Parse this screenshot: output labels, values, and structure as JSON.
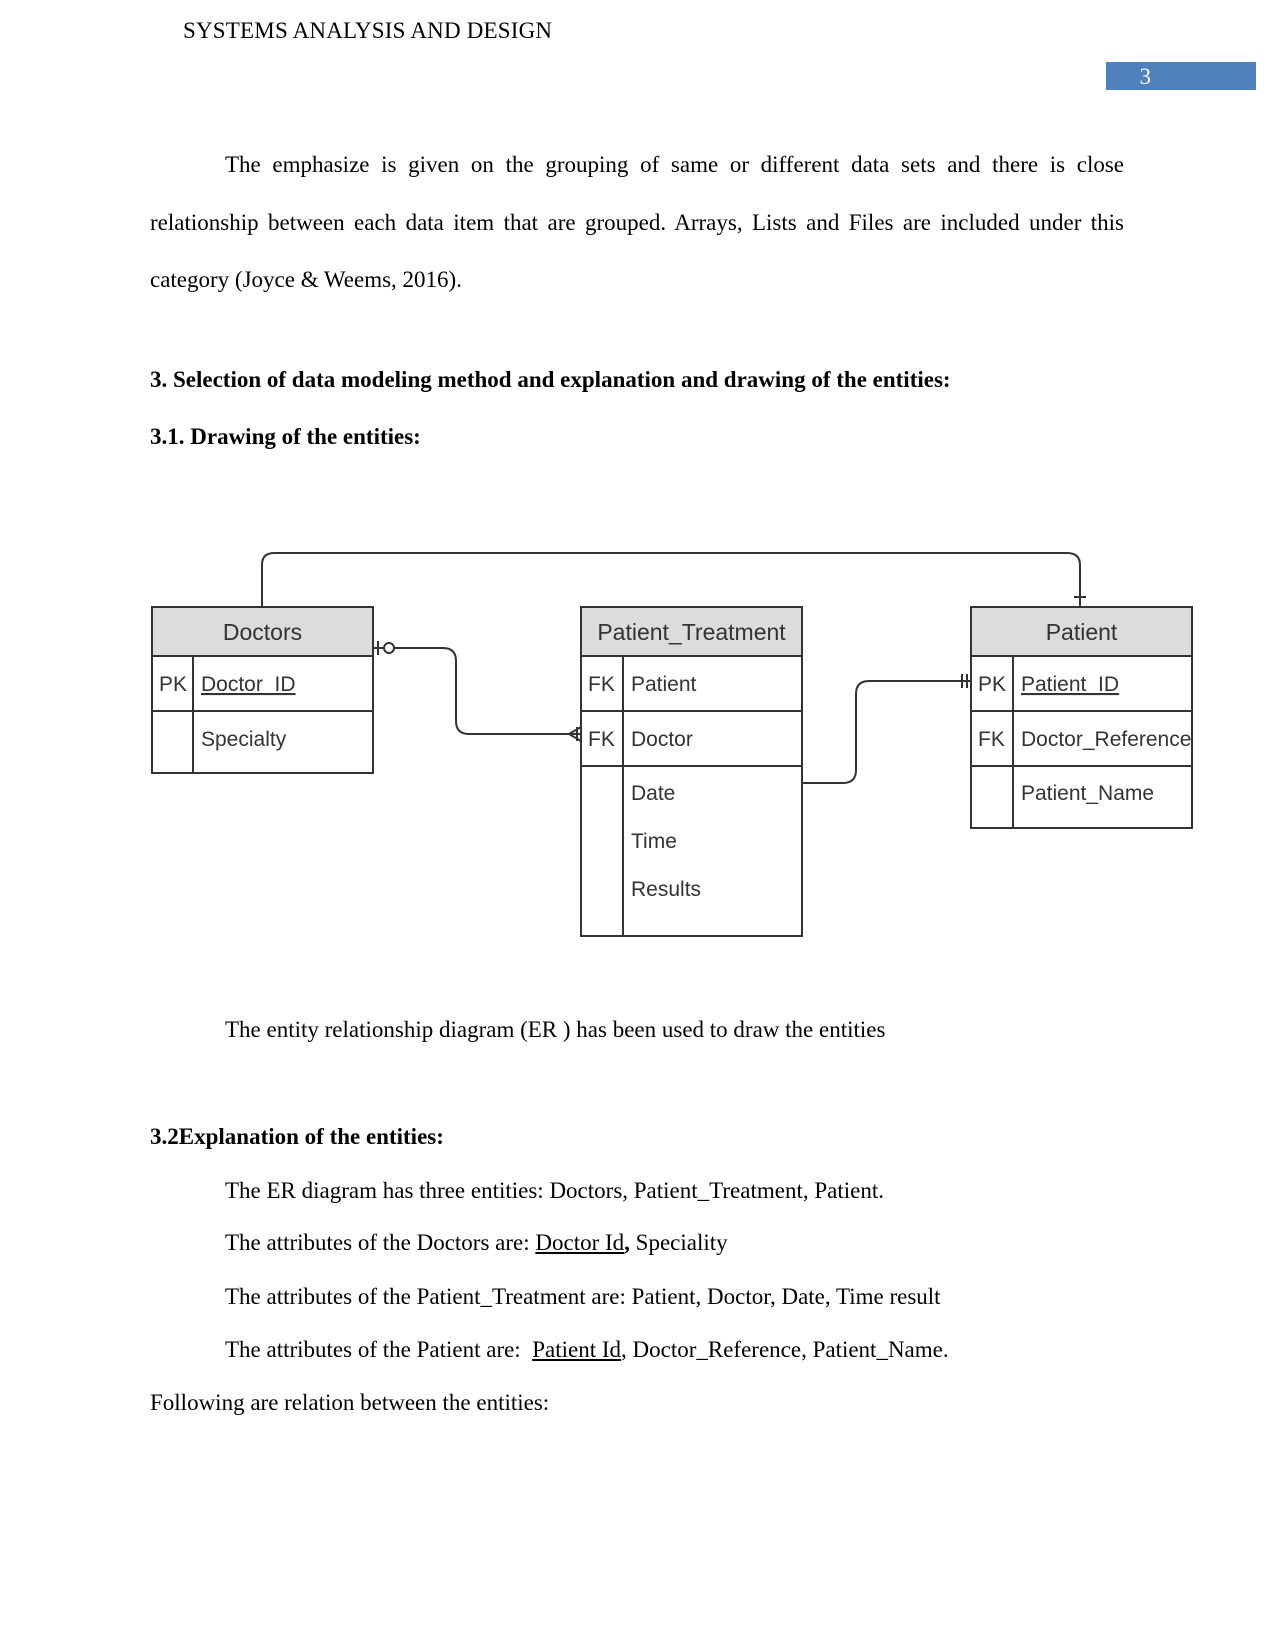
{
  "header": {
    "running_head": "SYSTEMS ANALYSIS AND DESIGN",
    "page_number": "3",
    "page_number_bg": "#4f81bd"
  },
  "intro": {
    "text": "The emphasize is given on the grouping of same or different data sets and there is close relationship between each data item that are grouped. Arrays, Lists and Files are included under this category (Joyce & Weems, 2016)."
  },
  "section3": {
    "heading": "3. Selection of data modeling method and explanation and drawing of the entities:",
    "sub1_heading": "3.1. Drawing of the entities:",
    "diagram": {
      "doctors": {
        "title": "Doctors",
        "pk": "PK",
        "pk_field": "Doctor_ID",
        "field2": "Specialty"
      },
      "treatment": {
        "title": "Patient_Treatment",
        "fk1": "FK",
        "fk1_field": "Patient",
        "fk2": "FK",
        "fk2_field": "Doctor",
        "date": "Date",
        "time": "Time",
        "results": "Results"
      },
      "patient": {
        "title": "Patient",
        "pk": "PK",
        "pk_field": "Patient_ID",
        "fk": "FK",
        "fk_field": "Doctor_Reference",
        "name_field": "Patient_Name"
      }
    },
    "diagram_caption": "The entity relationship diagram (ER ) has been used to draw the entities",
    "sub2_heading": "3.2Explanation of the entities:",
    "entities_line": "The ER diagram has three entities: Doctors, Patient_Treatment, Patient.",
    "doctors_attr": {
      "prefix": "The attributes of the Doctors are: ",
      "key": "Doctor Id",
      "comma": ",",
      "rest": " Speciality"
    },
    "treatment_attr": "The attributes of the Patient_Treatment are: Patient, Doctor, Date, Time result",
    "patient_attr": {
      "prefix": "The attributes of the Patient are:  ",
      "key": "Patient Id",
      "rest": ", Doctor_Reference, Patient_Name."
    },
    "relations_intro": "Following are relation between the entities:"
  }
}
